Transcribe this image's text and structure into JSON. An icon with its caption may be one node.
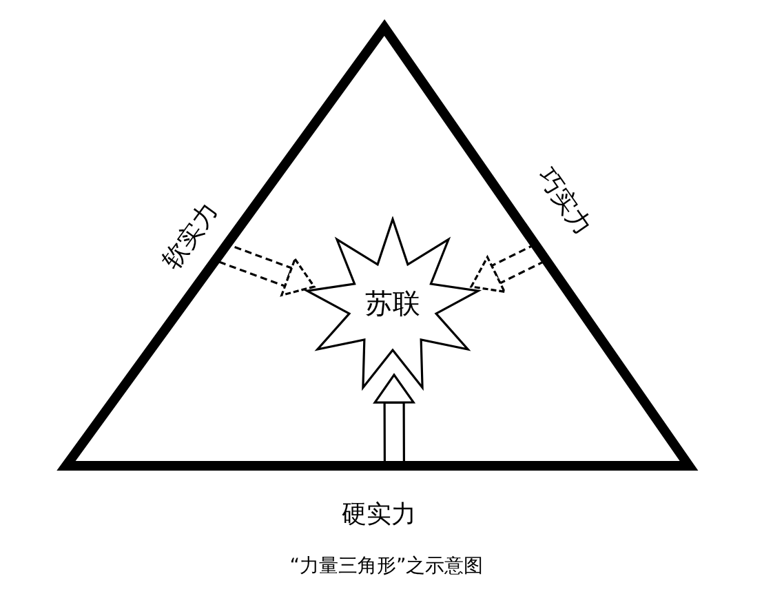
{
  "diagram": {
    "caption": "“力量三角形”之示意图",
    "nodes": [
      {
        "text": [
          "软实力",
          "巧实力",
          "硬实力"
        ]
      },
      {
        "text": [
          "苏联"
        ],
        "in": 0
      }
    ],
    "edges": [
      {
        "from": 0,
        "to": 1,
        "arrow": "to",
        "style": "dashed"
      },
      {
        "from": 0,
        "to": 1,
        "arrow": "to",
        "style": "dashed"
      },
      {
        "from": 0,
        "to": 1,
        "arrow": "to"
      }
    ]
  }
}
